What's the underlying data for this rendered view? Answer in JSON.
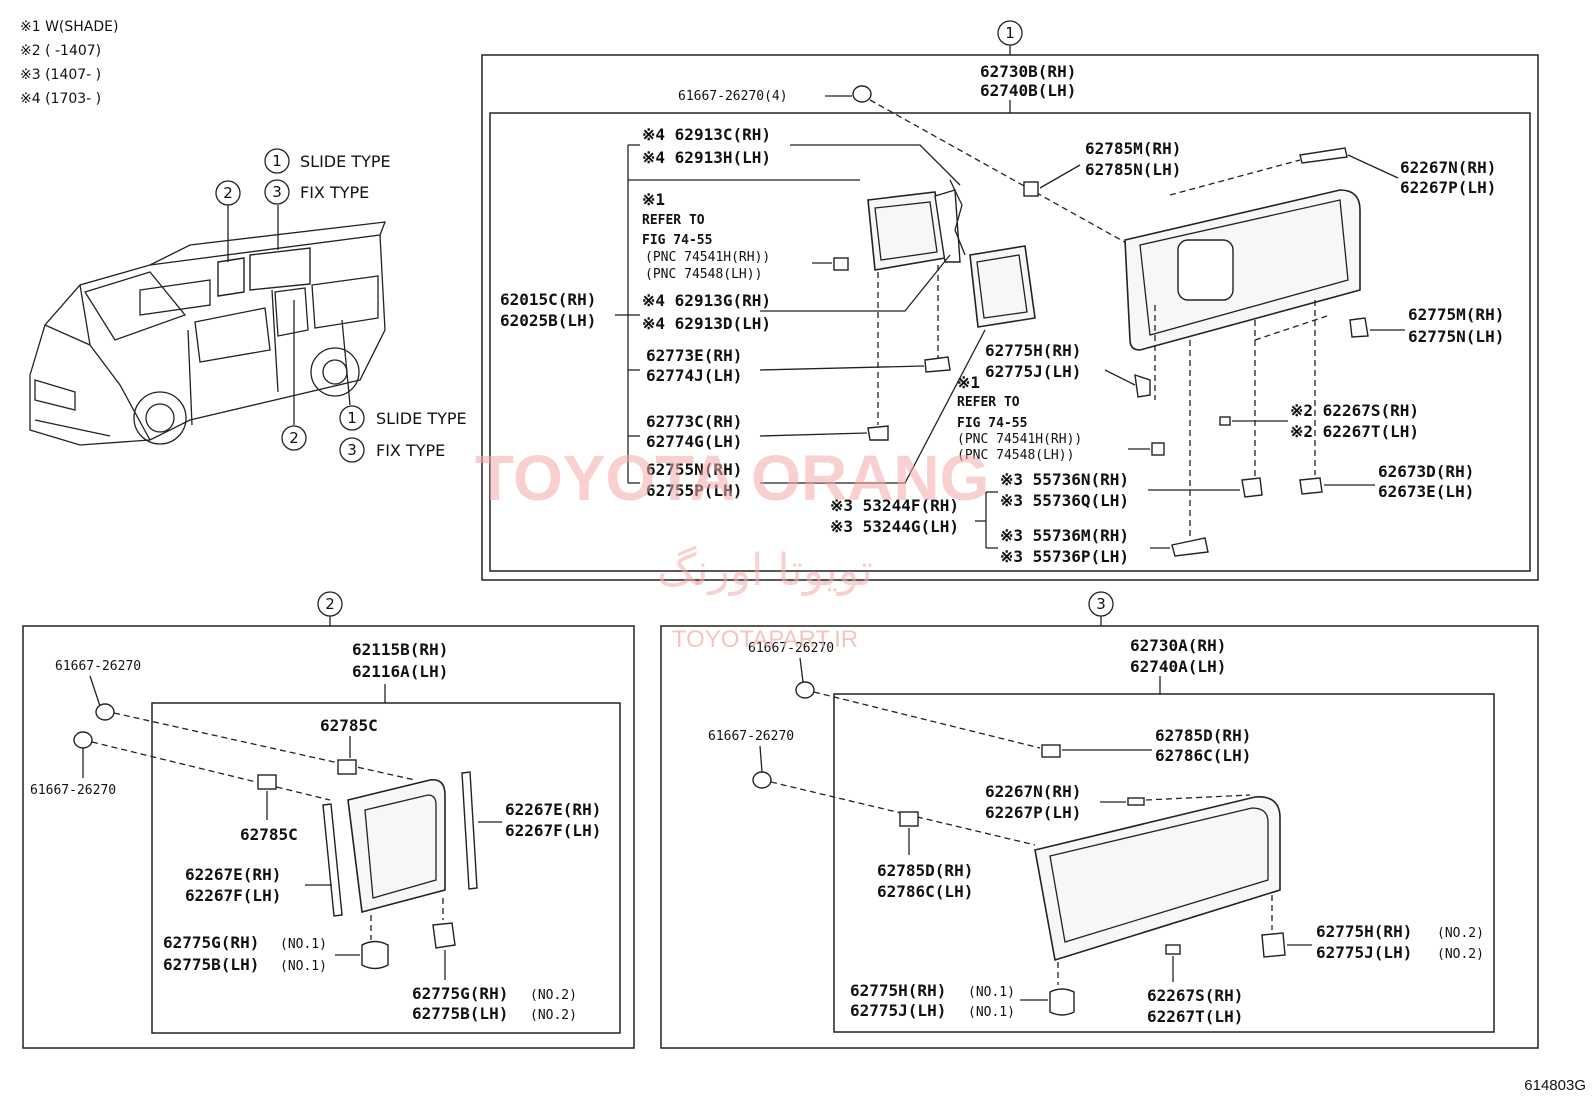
{
  "notes": {
    "n1": "※1 W(SHADE)",
    "n2": "※2 (        -1407)",
    "n3": "※3 (1407-        )",
    "n4": "※4 (1703-        )"
  },
  "legend": {
    "slide": "SLIDE TYPE",
    "fix": "FIX TYPE",
    "num1": "1",
    "num2": "2",
    "num3": "3"
  },
  "section1": {
    "marker": "1",
    "clip": "61667-26270(4)",
    "glass_rh": "62730B(RH)",
    "glass_lh": "62740B(LH)",
    "p62913c": "※4 62913C(RH)",
    "p62913h": "※4 62913H(LH)",
    "ref1_a": "※1",
    "ref1_b": "REFER TO",
    "ref1_c": "FIG 74-55",
    "ref1_d": "(PNC 74541H(RH))",
    "ref1_e": "(PNC 74548(LH))",
    "p62015c": "62015C(RH)",
    "p62025b": "62025B(LH)",
    "p62913g": "※4 62913G(RH)",
    "p62913d": "※4 62913D(LH)",
    "p62773e": "62773E(RH)",
    "p62774j": "62774J(LH)",
    "p62773c": "62773C(RH)",
    "p62774g": "62774G(LH)",
    "p62755n": "62755N(RH)",
    "p62755p": "62755P(LH)",
    "p62785m": "62785M(RH)",
    "p62785n": "62785N(LH)",
    "p62267n": "62267N(RH)",
    "p62267p": "62267P(LH)",
    "p62775m": "62775M(RH)",
    "p62775n": "62775N(LH)",
    "p62775h": "62775H(RH)",
    "p62775j": "62775J(LH)",
    "ref2_a": "※1",
    "ref2_b": "REFER TO",
    "ref2_c": "FIG 74-55",
    "ref2_d": "(PNC 74541H(RH))",
    "ref2_e": "(PNC 74548(LH))",
    "p62267s": "※2 62267S(RH)",
    "p62267t": "※2 62267T(LH)",
    "p55736n": "※3 55736N(RH)",
    "p55736q": "※3 55736Q(LH)",
    "p62673d": "62673D(RH)",
    "p62673e": "62673E(LH)",
    "p53244f": "※3 53244F(RH)",
    "p53244g": "※3 53244G(LH)",
    "p55736m": "※3 55736M(RH)",
    "p55736p": "※3 55736P(LH)"
  },
  "section2": {
    "marker": "2",
    "clip_a": "61667-26270",
    "clip_b": "61667-26270",
    "glass_rh": "62115B(RH)",
    "glass_lh": "62116A(LH)",
    "p62785c_a": "62785C",
    "p62785c_b": "62785C",
    "p62267e_r": "62267E(RH)",
    "p62267f_r": "62267F(LH)",
    "p62267e_l": "62267E(RH)",
    "p62267f_l": "62267F(LH)",
    "p62775g_1": "62775G(RH)",
    "p62775b_1": "62775B(LH)",
    "no1_a": "(NO.1)",
    "no1_b": "(NO.1)",
    "p62775g_2": "62775G(RH)",
    "p62775b_2": "62775B(LH)",
    "no2_a": "(NO.2)",
    "no2_b": "(NO.2)"
  },
  "section3": {
    "marker": "3",
    "clip_a": "61667-26270",
    "clip_b": "61667-26270",
    "glass_rh": "62730A(RH)",
    "glass_lh": "62740A(LH)",
    "p62785d_a": "62785D(RH)",
    "p62786c_a": "62786C(LH)",
    "p62267n": "62267N(RH)",
    "p62267p": "62267P(LH)",
    "p62785d_b": "62785D(RH)",
    "p62786c_b": "62786C(LH)",
    "p62775h_2": "62775H(RH)",
    "p62775j_2": "62775J(LH)",
    "no2_a": "(NO.2)",
    "no2_b": "(NO.2)",
    "p62775h_1": "62775H(RH)",
    "p62775j_1": "62775J(LH)",
    "no1_a": "(NO.1)",
    "no1_b": "(NO.1)",
    "p62267s": "62267S(RH)",
    "p62267t": "62267T(LH)"
  },
  "watermark": {
    "brand": "TOYOTA ORANG",
    "persian": "تویوتا اورنگ",
    "url": "TOYOTAPART.IR"
  },
  "figure_code": "614803G"
}
